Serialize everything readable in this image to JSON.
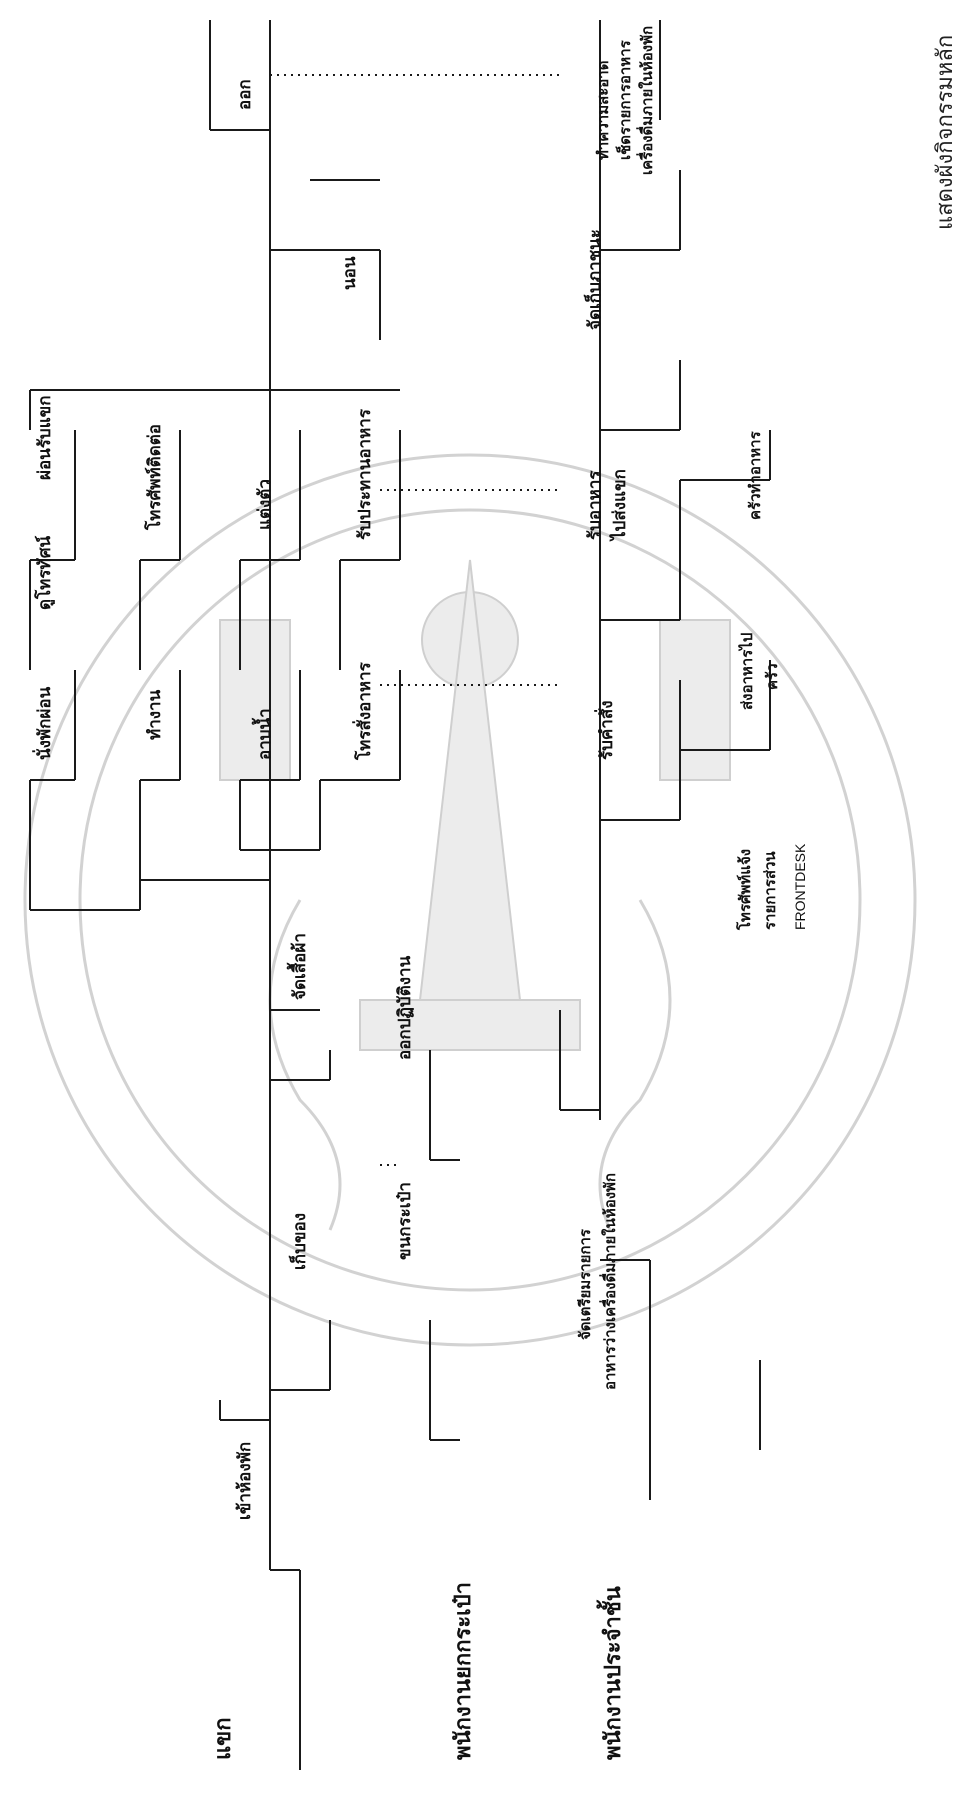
{
  "lanes": {
    "guest": "แขก",
    "porter": "พนักงานยกกระเป๋า",
    "frontdesk_staff": "พนักงานประจำชั้น"
  },
  "guest_steps": {
    "check_in": "เข้าห้องพัก",
    "store_items": "เก็บของ",
    "change_clothes": "จัดเสื้อผ้า",
    "shower": "อาบน้ำ",
    "sit_rest": "นั่งพักผ่อน",
    "watch_tv": "ดูโทรทัศน์",
    "relax": "ผ่อนรับแขก",
    "work": "ทำงาน",
    "phone_contact": "โทรศัพท์ติดต่อ",
    "order_food": "โทรสั่งอาหาร",
    "dress_up": "แต่งตัว",
    "eat": "รับประทานอาหาร",
    "sleep": "นอน",
    "check_out": "ออก"
  },
  "porter_steps": {
    "carry_bags": "ขนกระเป๋า",
    "leave_area": "ออกปฏิบัติงาน"
  },
  "staff_steps": {
    "prepare_line1": "จัดเตรียมรายการ",
    "prepare_line2": "อาหารว่างเครื่องดื่มภายในห้องพัก",
    "take_order": "รับคำสั่ง",
    "call_line1": "โทรศัพท์แจ้ง",
    "call_line2": "รายการส่วน",
    "send_line1": "ส่งอาหารไป",
    "send_line2": "ครัว",
    "deliver_line1": "รับอาหาร",
    "deliver_line2": "ไปส่งแขก",
    "kitchen": "ครัวทำอาหาร",
    "clear": "จัดเก็บภาชนะ",
    "clean_line1": "ทำความสะอาด",
    "clean_line2": "เช็ดรายการอาหาร",
    "clean_line3": "เครื่องดื่มภายในห้องพัก"
  },
  "frontdesk": "FRONTDESK",
  "caption": "แสดงผังกิจกรรมหลัก"
}
